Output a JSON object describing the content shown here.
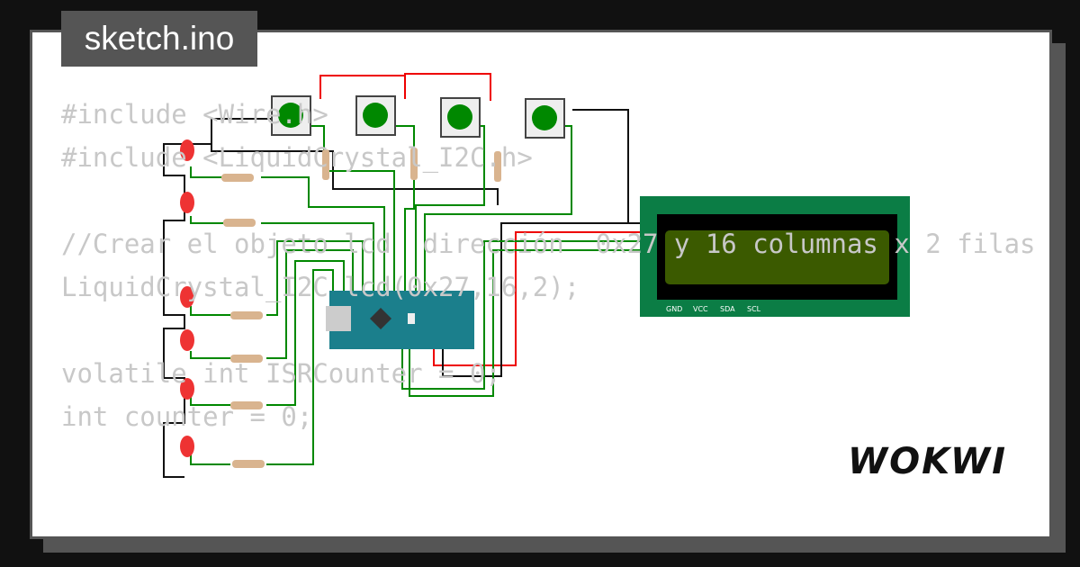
{
  "title": "sketch.ino",
  "code_lines": [
    "#include <Wire.h>",
    "#include <LiquidCrystal_I2C.h>",
    "",
    "//Crear el objeto lcd  dirección  0x27 y 16 columnas x 2 filas",
    "LiquidCrystal_I2C lcd(0x27,16,2);",
    "",
    "volatile int ISRCounter = 0;",
    "int counter = 0;"
  ],
  "lcd_pins": [
    "GND",
    "VCC",
    "SDA",
    "SCL"
  ],
  "logo": "WOKWI",
  "colors": {
    "background": "#111111",
    "card": "#ffffff",
    "frame": "#555555",
    "code": "#c8c8c8",
    "wire_green": "#008800",
    "wire_red": "#ee0000",
    "lcd_board": "#0b7d45",
    "lcd_screen": "#3b5a00",
    "arduino": "#1b7f8c"
  }
}
